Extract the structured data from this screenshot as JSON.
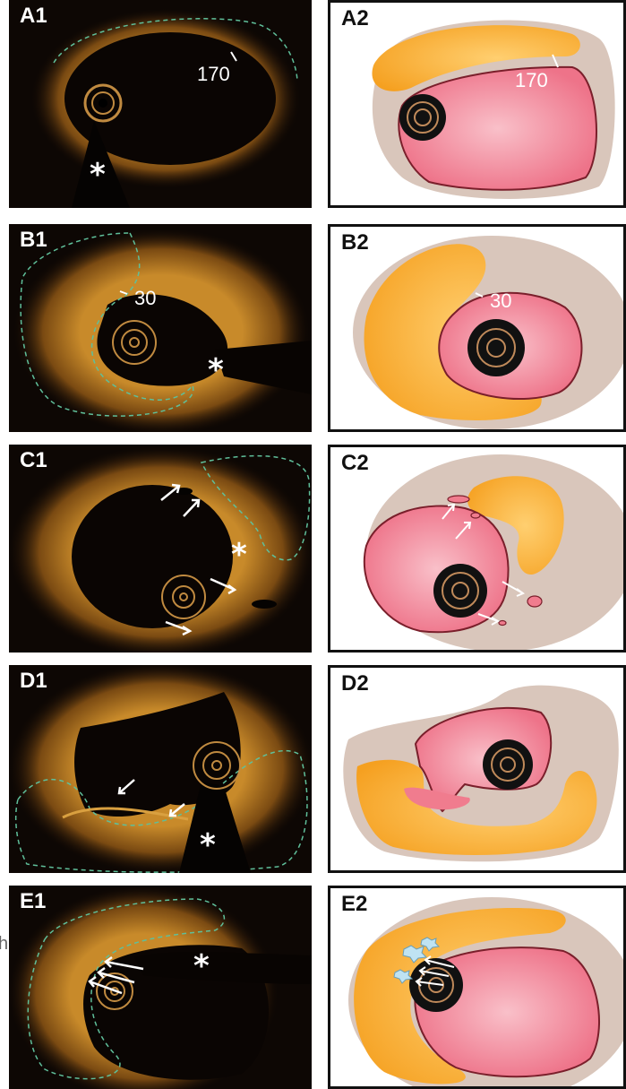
{
  "panels": {
    "a1": {
      "label": "A1",
      "measure": "170",
      "asterisk": "*"
    },
    "a2": {
      "label": "A2",
      "measure": "170"
    },
    "b1": {
      "label": "B1",
      "measure": "30",
      "asterisk": "*"
    },
    "b2": {
      "label": "B2",
      "measure": "30"
    },
    "c1": {
      "label": "C1",
      "asterisk": "*"
    },
    "c2": {
      "label": "C2"
    },
    "d1": {
      "label": "D1",
      "asterisk": "*"
    },
    "d2": {
      "label": "D2"
    },
    "e1": {
      "label": "E1",
      "asterisk": "*"
    },
    "e2": {
      "label": "E2"
    }
  },
  "edge_text": "h",
  "colors": {
    "oct_background": "#0d0704",
    "oct_tissue": "#c58a2e",
    "dashed_outline": "#5fbf9a",
    "vessel_wall": "#d9c6bb",
    "lipid": "#f5a623",
    "lumen": "#f07c8e",
    "lumen_border": "#7a1f2b",
    "catheter": "#111111",
    "calcium": "#bfe3f2"
  }
}
